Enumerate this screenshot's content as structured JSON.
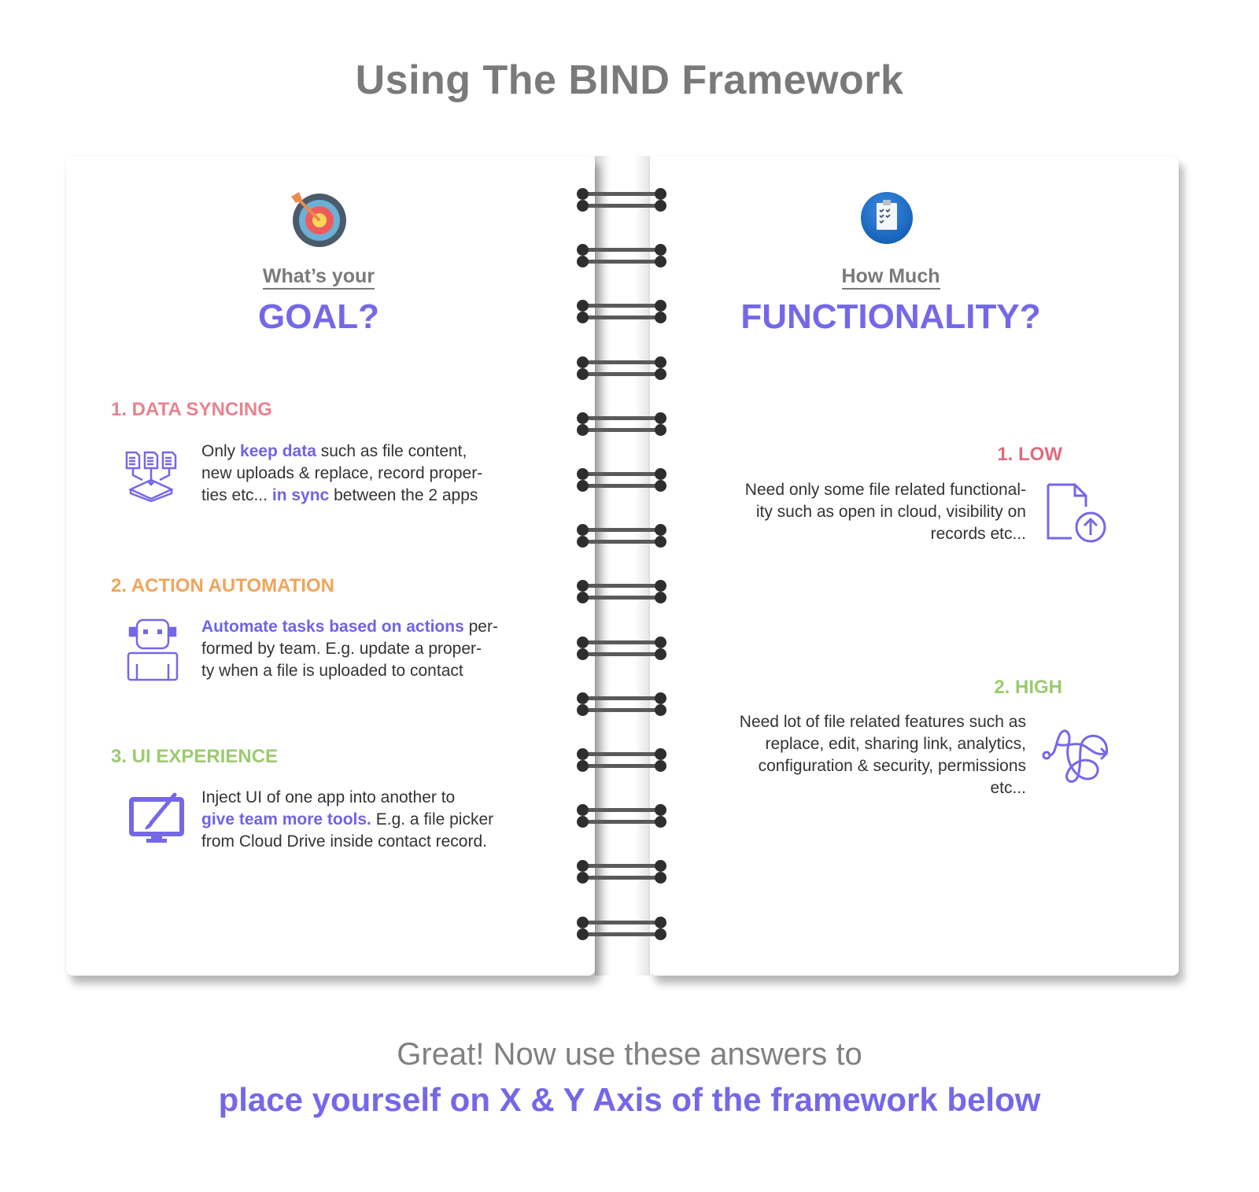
{
  "title": "Using The BIND Framework",
  "left_page": {
    "icon": "target-icon",
    "question_small": "What’s your",
    "question_big": "GOAL?",
    "sections": [
      {
        "title": "1. DATA SYNCING",
        "color": "#e8838e",
        "icon": "data-sync-icon",
        "body": [
          {
            "text": "Only ",
            "hl": false
          },
          {
            "text": "keep data",
            "hl": true
          },
          {
            "text": " such as file content, new uploads & replace, record proper-ties etc... ",
            "hl": false
          },
          {
            "text": "in sync",
            "hl": true
          },
          {
            "text": " between the 2 apps",
            "hl": false
          }
        ],
        "lines": [
          [
            "Only ",
            "keep data",
            " such as file content,"
          ],
          [
            "new uploads & replace, record proper-"
          ],
          [
            "ties etc... ",
            "in sync",
            " between the 2 apps"
          ]
        ]
      },
      {
        "title": "2. ACTION AUTOMATION",
        "color": "#f0a55a",
        "icon": "robot-icon",
        "lines": [
          [
            "Automate tasks based on actions",
            " per-"
          ],
          [
            "formed by team. E.g. update a proper-"
          ],
          [
            "ty when a file is uploaded to contact"
          ]
        ]
      },
      {
        "title": "3. UI EXPERIENCE",
        "color": "#9ccb6e",
        "icon": "monitor-brush-icon",
        "lines": [
          [
            "Inject UI of one app into another to"
          ],
          [
            "give team more tools.",
            " E.g. a file picker"
          ],
          [
            "from Cloud Drive inside contact record."
          ]
        ]
      }
    ]
  },
  "right_page": {
    "icon": "clipboard-checklist-icon",
    "question_small": "How Much",
    "question_big": "FUNCTIONALITY?",
    "sections": [
      {
        "title": "1. LOW",
        "color": "#e06a7c",
        "icon": "file-upload-icon",
        "lines": [
          "Need only some file related functional-",
          "ity such as open in cloud, visibility on",
          "records etc..."
        ]
      },
      {
        "title": "2. HIGH",
        "color": "#9ccb6e",
        "icon": "tangled-path-icon",
        "lines": [
          "Need lot of file related features such as",
          "replace, edit, sharing link, analytics,",
          "configuration & security, permissions",
          "etc..."
        ]
      }
    ]
  },
  "spiral_rings": 14,
  "footer": {
    "line1": "Great! Now use these answers to",
    "line2": "place yourself on X & Y Axis of the framework below"
  },
  "colors": {
    "accent": "#7468e8",
    "title_gray": "#7a7a7a",
    "body": "#333333"
  }
}
